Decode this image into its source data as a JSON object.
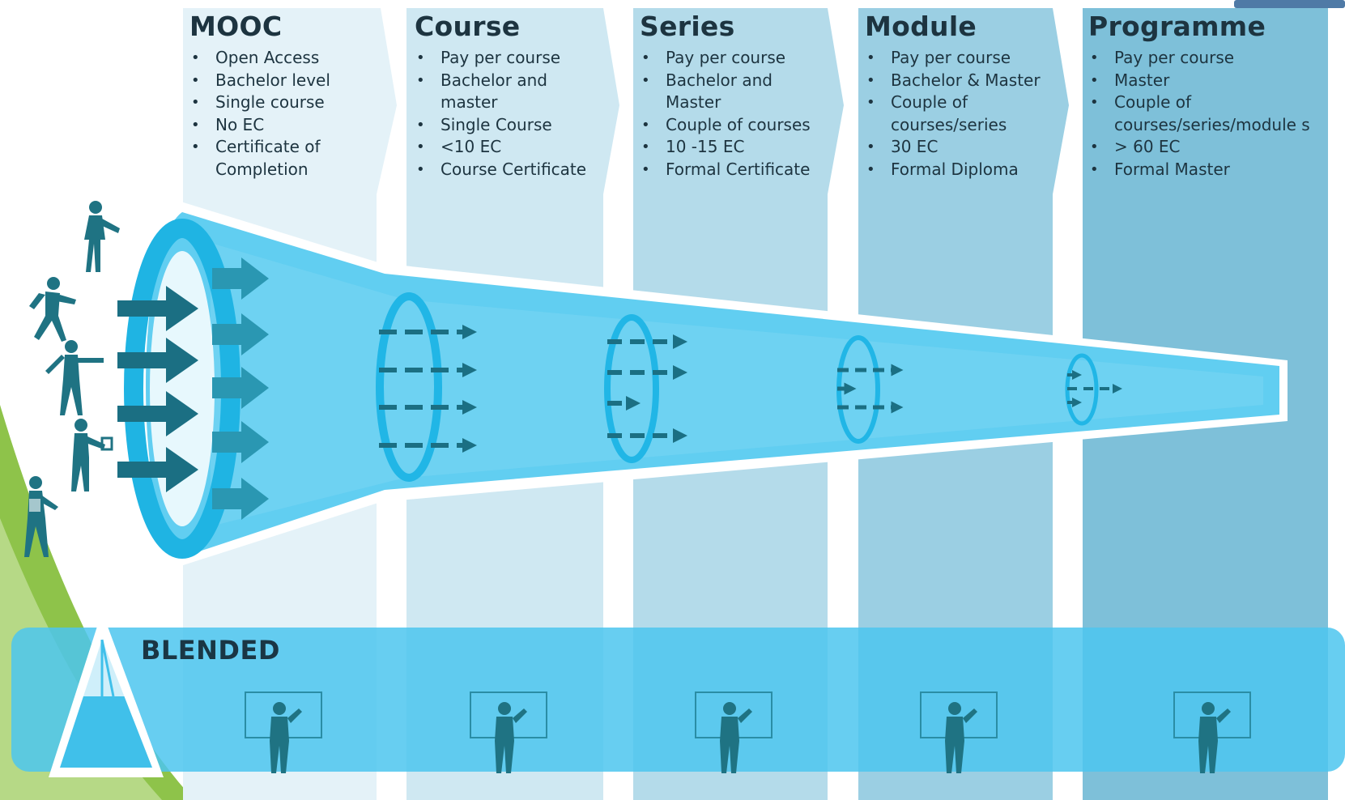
{
  "columns": [
    {
      "title": "MOOC",
      "items": [
        "Open Access",
        "Bachelor level",
        "Single course",
        "No EC",
        "Certificate of Completion"
      ]
    },
    {
      "title": "Course",
      "items": [
        "Pay per course",
        "Bachelor and master",
        "Single Course",
        "<10 EC",
        "Course Certificate"
      ]
    },
    {
      "title": "Series",
      "items": [
        "Pay per course",
        "Bachelor and Master",
        "Couple of courses",
        "10 -15 EC",
        "Formal Certificate"
      ]
    },
    {
      "title": "Module",
      "items": [
        "Pay per course",
        "Bachelor & Master",
        "Couple of courses/series",
        "30 EC",
        "Formal Diploma"
      ]
    },
    {
      "title": "Programme",
      "items": [
        "Pay per course",
        "Master",
        "Couple of courses/series/module s",
        "> 60 EC",
        "Formal Master"
      ]
    }
  ],
  "blended_label": "BLENDED",
  "colors": {
    "column_1": "#e4f2f8",
    "column_2": "#cfe8f2",
    "column_3": "#b4dbea",
    "column_4": "#9bcfe3",
    "column_5": "#7ec0d9",
    "funnel": "#45c6ee",
    "funnel_light": "#7ad6f3",
    "arrow_dark": "#1b6f83",
    "arrow_mid": "#2a97b2",
    "figure": "#1f7383",
    "green_strip": "#8ec34a",
    "blended_band": "#4cc6ee"
  },
  "icons": [
    "person-walking-icon",
    "funnel-icon",
    "arrow-icon",
    "teacher-board-icon",
    "pyramid-icon"
  ]
}
